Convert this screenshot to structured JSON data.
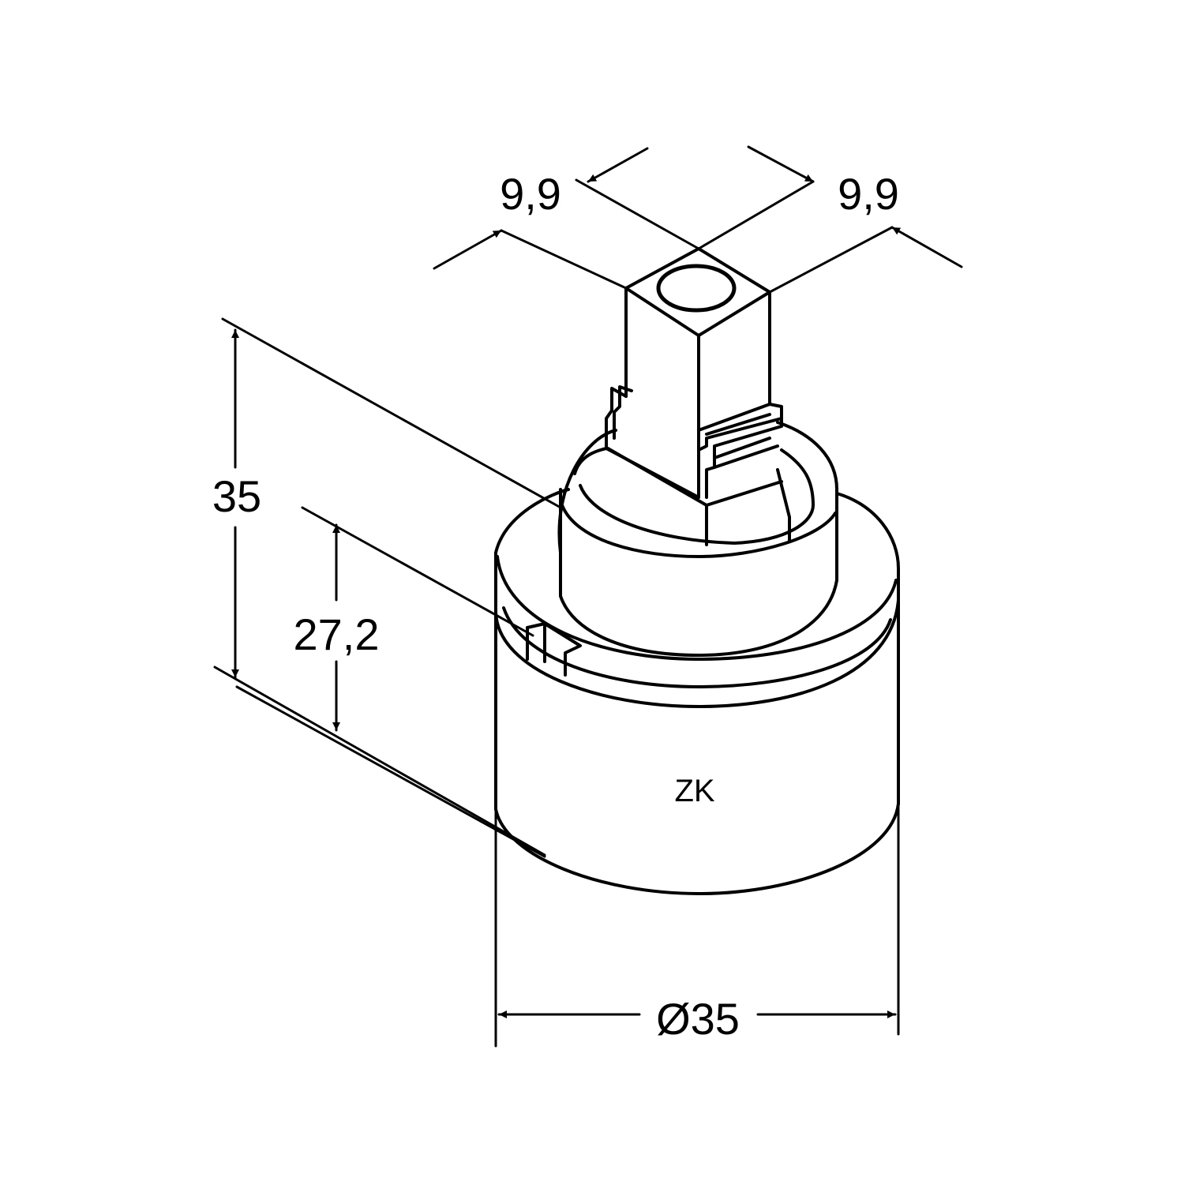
{
  "drawing": {
    "part_label": "ZK",
    "dimensions": {
      "height_total": "35",
      "height_body": "27,2",
      "diameter": "Ø35",
      "spindle_width_left": "9,9",
      "spindle_width_right": "9,9"
    },
    "colors": {
      "line": "#000000",
      "background": "#ffffff"
    }
  }
}
